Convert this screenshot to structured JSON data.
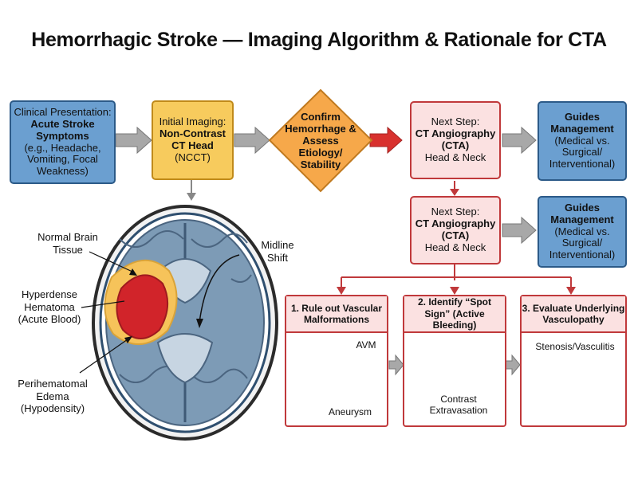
{
  "title": "Hemorrhagic Stroke — Imaging Algorithm & Rationale for CTA",
  "clinical": {
    "line1": "Clinical Presentation:",
    "bold": "Acute Stroke Symptoms",
    "detail": "(e.g., Headache, Vomiting, Focal Weakness)"
  },
  "initial": {
    "line1": "Initial Imaging:",
    "bold": "Non-Contrast CT Head",
    "detail": "(NCCT)"
  },
  "confirm": {
    "text": "Confirm Hemorrhage & Assess Etiology/ Stability"
  },
  "next_top": {
    "line1": "Next Step:",
    "bold": "CT Angiography (CTA)",
    "detail": "Head & Neck"
  },
  "guides_top": {
    "bold": "Guides Management",
    "detail": "(Medical vs. Surgical/ Interventional)"
  },
  "next_mid": {
    "line1": "Next Step:",
    "bold": "CT Angiography (CTA)",
    "detail": "Head & Neck"
  },
  "guides_mid": {
    "bold": "Guides Management",
    "detail": "(Medical vs. Surgical/ Interventional)"
  },
  "brain_labels": {
    "normal": "Normal Brain Tissue",
    "midline": "Midline Shift",
    "hematoma": "Hyperdense Hematoma (Acute Blood)",
    "edema": "Perihematomal Edema (Hypodensity)"
  },
  "panels": [
    {
      "title": "1. Rule out Vascular Malformations",
      "label_a": "AVM",
      "label_b": "Aneurysm"
    },
    {
      "title": "2. Identify “Spot Sign” (Active Bleeding)",
      "label_a": "Contrast Extravasation"
    },
    {
      "title": "3. Evaluate Underlying Vasculopathy",
      "label_a": "Stenosis/Vasculitis"
    }
  ],
  "colors": {
    "blue_box": "#6b9fd0",
    "yellow_box": "#f7cb5d",
    "diamond": "#f6a84a",
    "pink_box": "#fbe1e1",
    "red": "#c0393b",
    "gray_arrow": "#a8a8a8"
  }
}
